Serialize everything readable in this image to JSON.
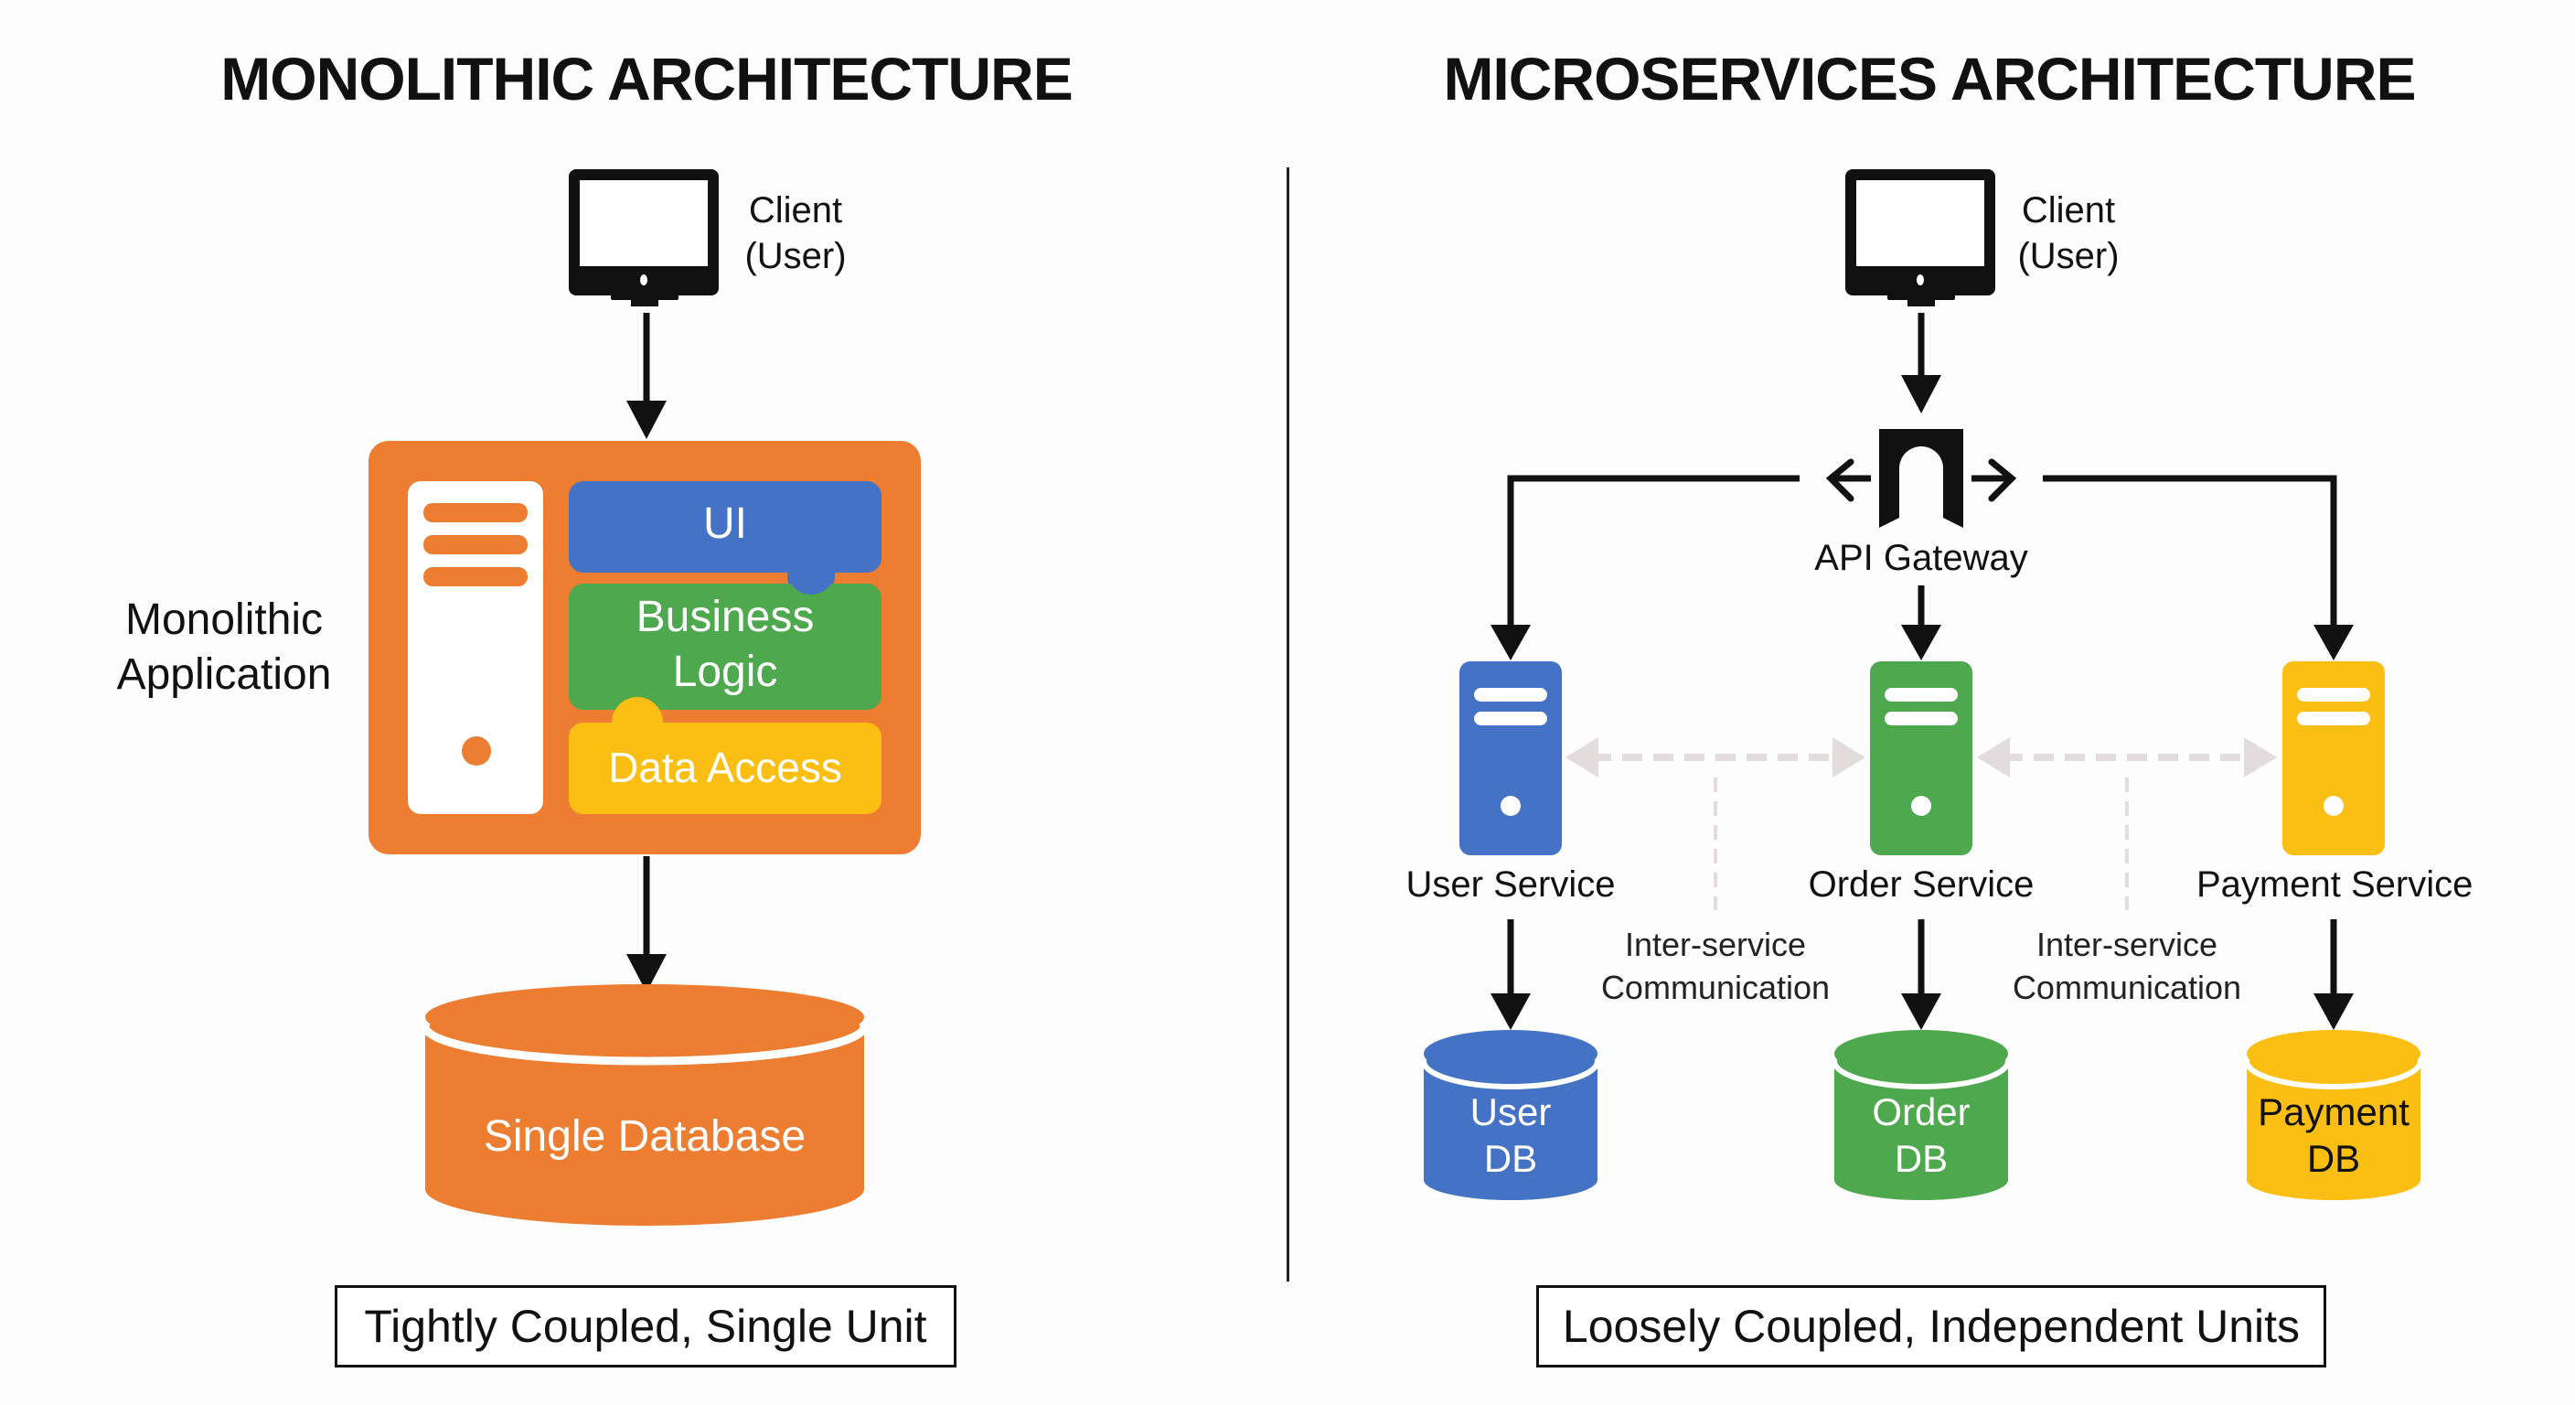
{
  "monolithic": {
    "title": "MONOLITHIC ARCHITECTURE",
    "client_label_line1": "Client",
    "client_label_line2": "(User)",
    "app_label_line1": "Monolithic",
    "app_label_line2": "Application",
    "layers": [
      {
        "label": "UI",
        "color": "#4472c4"
      },
      {
        "label_line1": "Business",
        "label_line2": "Logic",
        "color": "#4ea84e"
      },
      {
        "label": "Data Access",
        "color": "#fbbf14"
      }
    ],
    "database_label": "Single Database",
    "caption": "Tightly Coupled, Single Unit",
    "color": "#ed7d31"
  },
  "microservices": {
    "title": "MICROSERVICES ARCHITECTURE",
    "client_label_line1": "Client",
    "client_label_line2": "(User)",
    "gateway_label": "API Gateway",
    "services": [
      {
        "name": "User Service",
        "db_line1": "User",
        "db_line2": "DB",
        "color": "#4472c4",
        "db_text_color": "#ffffff"
      },
      {
        "name": "Order Service",
        "db_line1": "Order",
        "db_line2": "DB",
        "color": "#4ea84e",
        "db_text_color": "#ffffff"
      },
      {
        "name": "Payment Service",
        "db_line1": "Payment",
        "db_line2": "DB",
        "color": "#fbbf14",
        "db_text_color": "#111111"
      }
    ],
    "inter_service_labels": [
      {
        "line1": "Inter-service",
        "line2": "Communication"
      },
      {
        "line1": "Inter-service",
        "line2": "Communication"
      }
    ],
    "caption": "Loosely Coupled, Independent Units"
  },
  "colors": {
    "orange": "#ed7d31",
    "blue": "#4472c4",
    "green": "#4ea84e",
    "yellow": "#fbbf14",
    "dashed_arrow": "#e2dcdc",
    "ink": "#111111"
  }
}
